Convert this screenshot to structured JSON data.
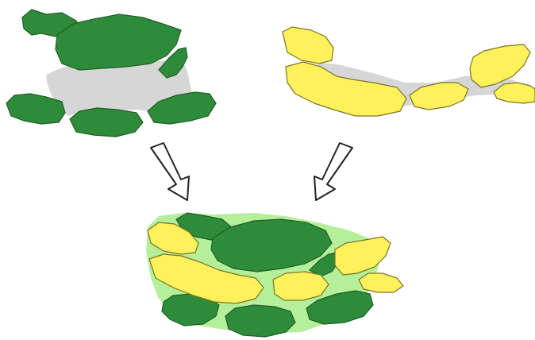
{
  "colors": {
    "background": "#ffffff",
    "dark_green": "#2e8b3a",
    "dark_green_edge": "#1f5f28",
    "yellow": "#fff15c",
    "yellow_edge": "#7a7420",
    "gray_matrix": "#d6d6d6",
    "light_green_matrix": "#b6ef9a",
    "arrow_fill": "#ffffff",
    "arrow_stroke": "#222222"
  },
  "diagram": {
    "left_cluster": {
      "shape_kind": "green-patches",
      "matrix": "gray"
    },
    "right_cluster": {
      "shape_kind": "yellow-patches",
      "matrix": "gray"
    },
    "merged_cluster": {
      "shape_kind": "green-and-yellow-patches",
      "matrix": "light-green"
    },
    "arrows": [
      {
        "direction": "down-right",
        "icon": "hollow-arrow-icon"
      },
      {
        "direction": "down-left",
        "icon": "hollow-arrow-icon"
      }
    ]
  }
}
